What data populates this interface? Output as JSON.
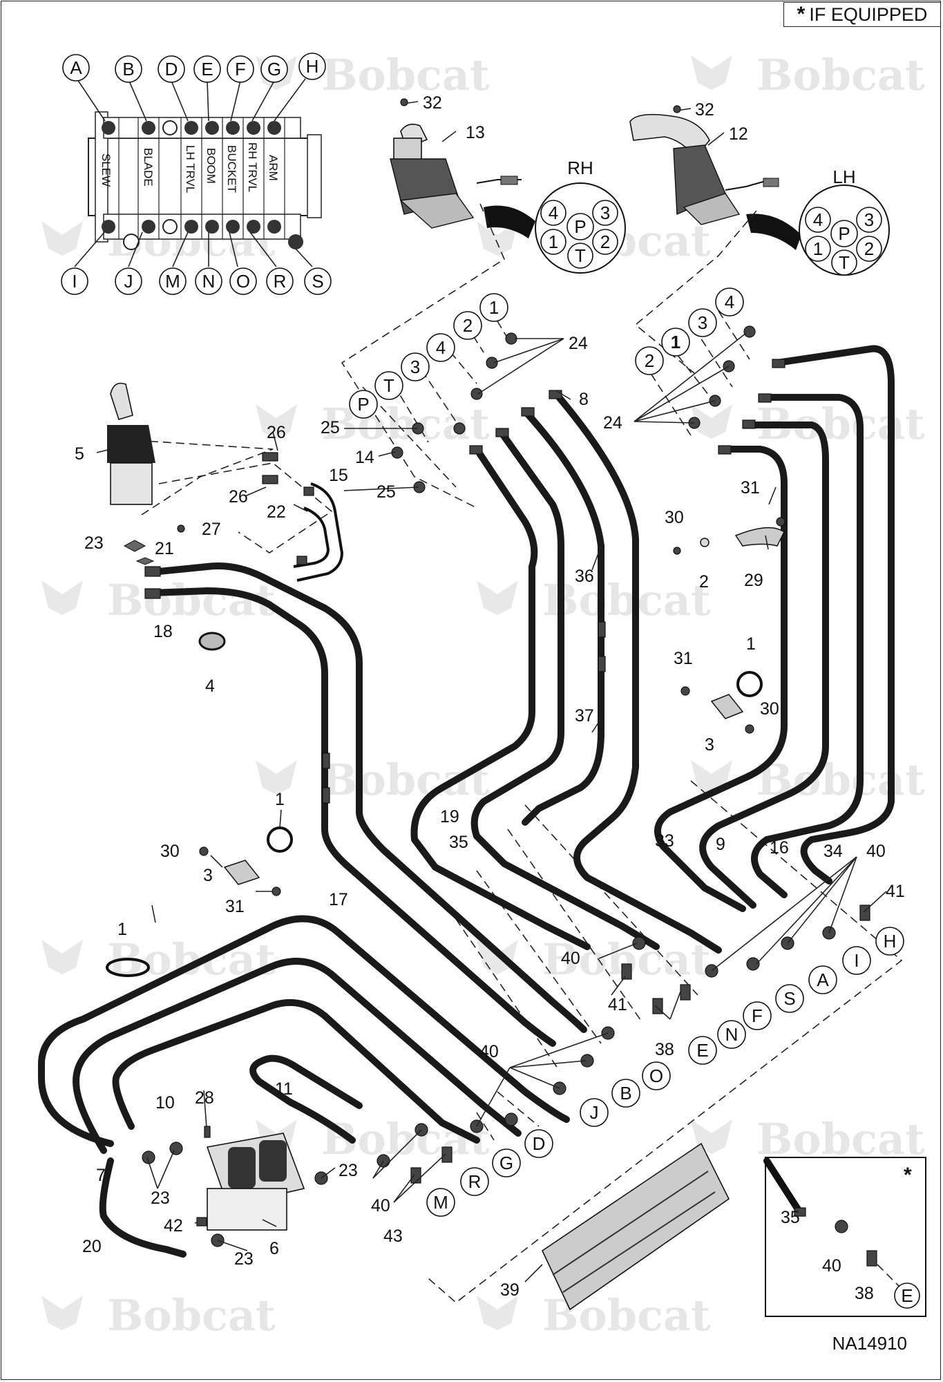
{
  "header": {
    "star": "*",
    "if_equipped": "IF EQUIPPED"
  },
  "document": {
    "code": "NA14910"
  },
  "watermark": {
    "text": "Bobcat"
  },
  "valve": {
    "sections": [
      "SLEW",
      "BLADE",
      "LH TRVL",
      "BOOM",
      "BUCKET",
      "RH TRVL",
      "ARM"
    ],
    "top_ports": [
      "A",
      "B",
      "D",
      "E",
      "F",
      "G",
      "H"
    ],
    "bottom_ports": [
      "I",
      "J",
      "M",
      "N",
      "O",
      "R",
      "S"
    ]
  },
  "joysticks": {
    "rh": {
      "title": "RH",
      "pins": [
        "4",
        "P",
        "3",
        "1",
        "2",
        "T"
      ]
    },
    "lh": {
      "title": "LH",
      "pins": [
        "4",
        "P",
        "3",
        "1",
        "2",
        "T"
      ]
    }
  },
  "inset": {
    "star": "*",
    "labels": [
      "35",
      "40",
      "38",
      "E"
    ]
  },
  "callouts": {
    "n32a": "32",
    "n13": "13",
    "n32b": "32",
    "n12": "12",
    "n24a": "24",
    "n8": "8",
    "n24b": "24",
    "n5": "5",
    "n26a": "26",
    "n15": "15",
    "n26b": "26",
    "n22": "22",
    "n25a": "25",
    "n14": "14",
    "n25b": "25",
    "n23a": "23",
    "n27": "27",
    "n21": "21",
    "n18": "18",
    "n4": "4",
    "n31a": "31",
    "n30a": "30",
    "n2": "2",
    "n29": "29",
    "n36": "36",
    "n37": "37",
    "n1a": "1",
    "n31b": "31",
    "n30b": "30",
    "n3a": "3",
    "n19": "19",
    "n35": "35",
    "n33": "33",
    "n9": "9",
    "n16": "16",
    "n34": "34",
    "n40a": "40",
    "n41a": "41",
    "n1b": "1",
    "n30c": "30",
    "n3b": "3",
    "n31c": "31",
    "n17": "17",
    "n1c": "1",
    "n40b": "40",
    "n41b": "41",
    "n38": "38",
    "n40c": "40",
    "n10": "10",
    "n11": "11",
    "n28": "28",
    "n7": "7",
    "n23b": "23",
    "n23c": "23",
    "n42": "42",
    "n6": "6",
    "n20": "20",
    "n23d": "23",
    "n40d": "40",
    "n43": "43",
    "n39": "39"
  },
  "port_circles": {
    "rh_lines": [
      "P",
      "T",
      "3",
      "4",
      "2",
      "1"
    ],
    "lh_lines": [
      "2",
      "1",
      "3",
      "4"
    ],
    "mid_row": [
      "E",
      "N",
      "F",
      "S",
      "A",
      "I",
      "H"
    ],
    "low_row": [
      "J",
      "B",
      "O"
    ],
    "bottom_row": [
      "M",
      "R",
      "G",
      "D"
    ]
  }
}
